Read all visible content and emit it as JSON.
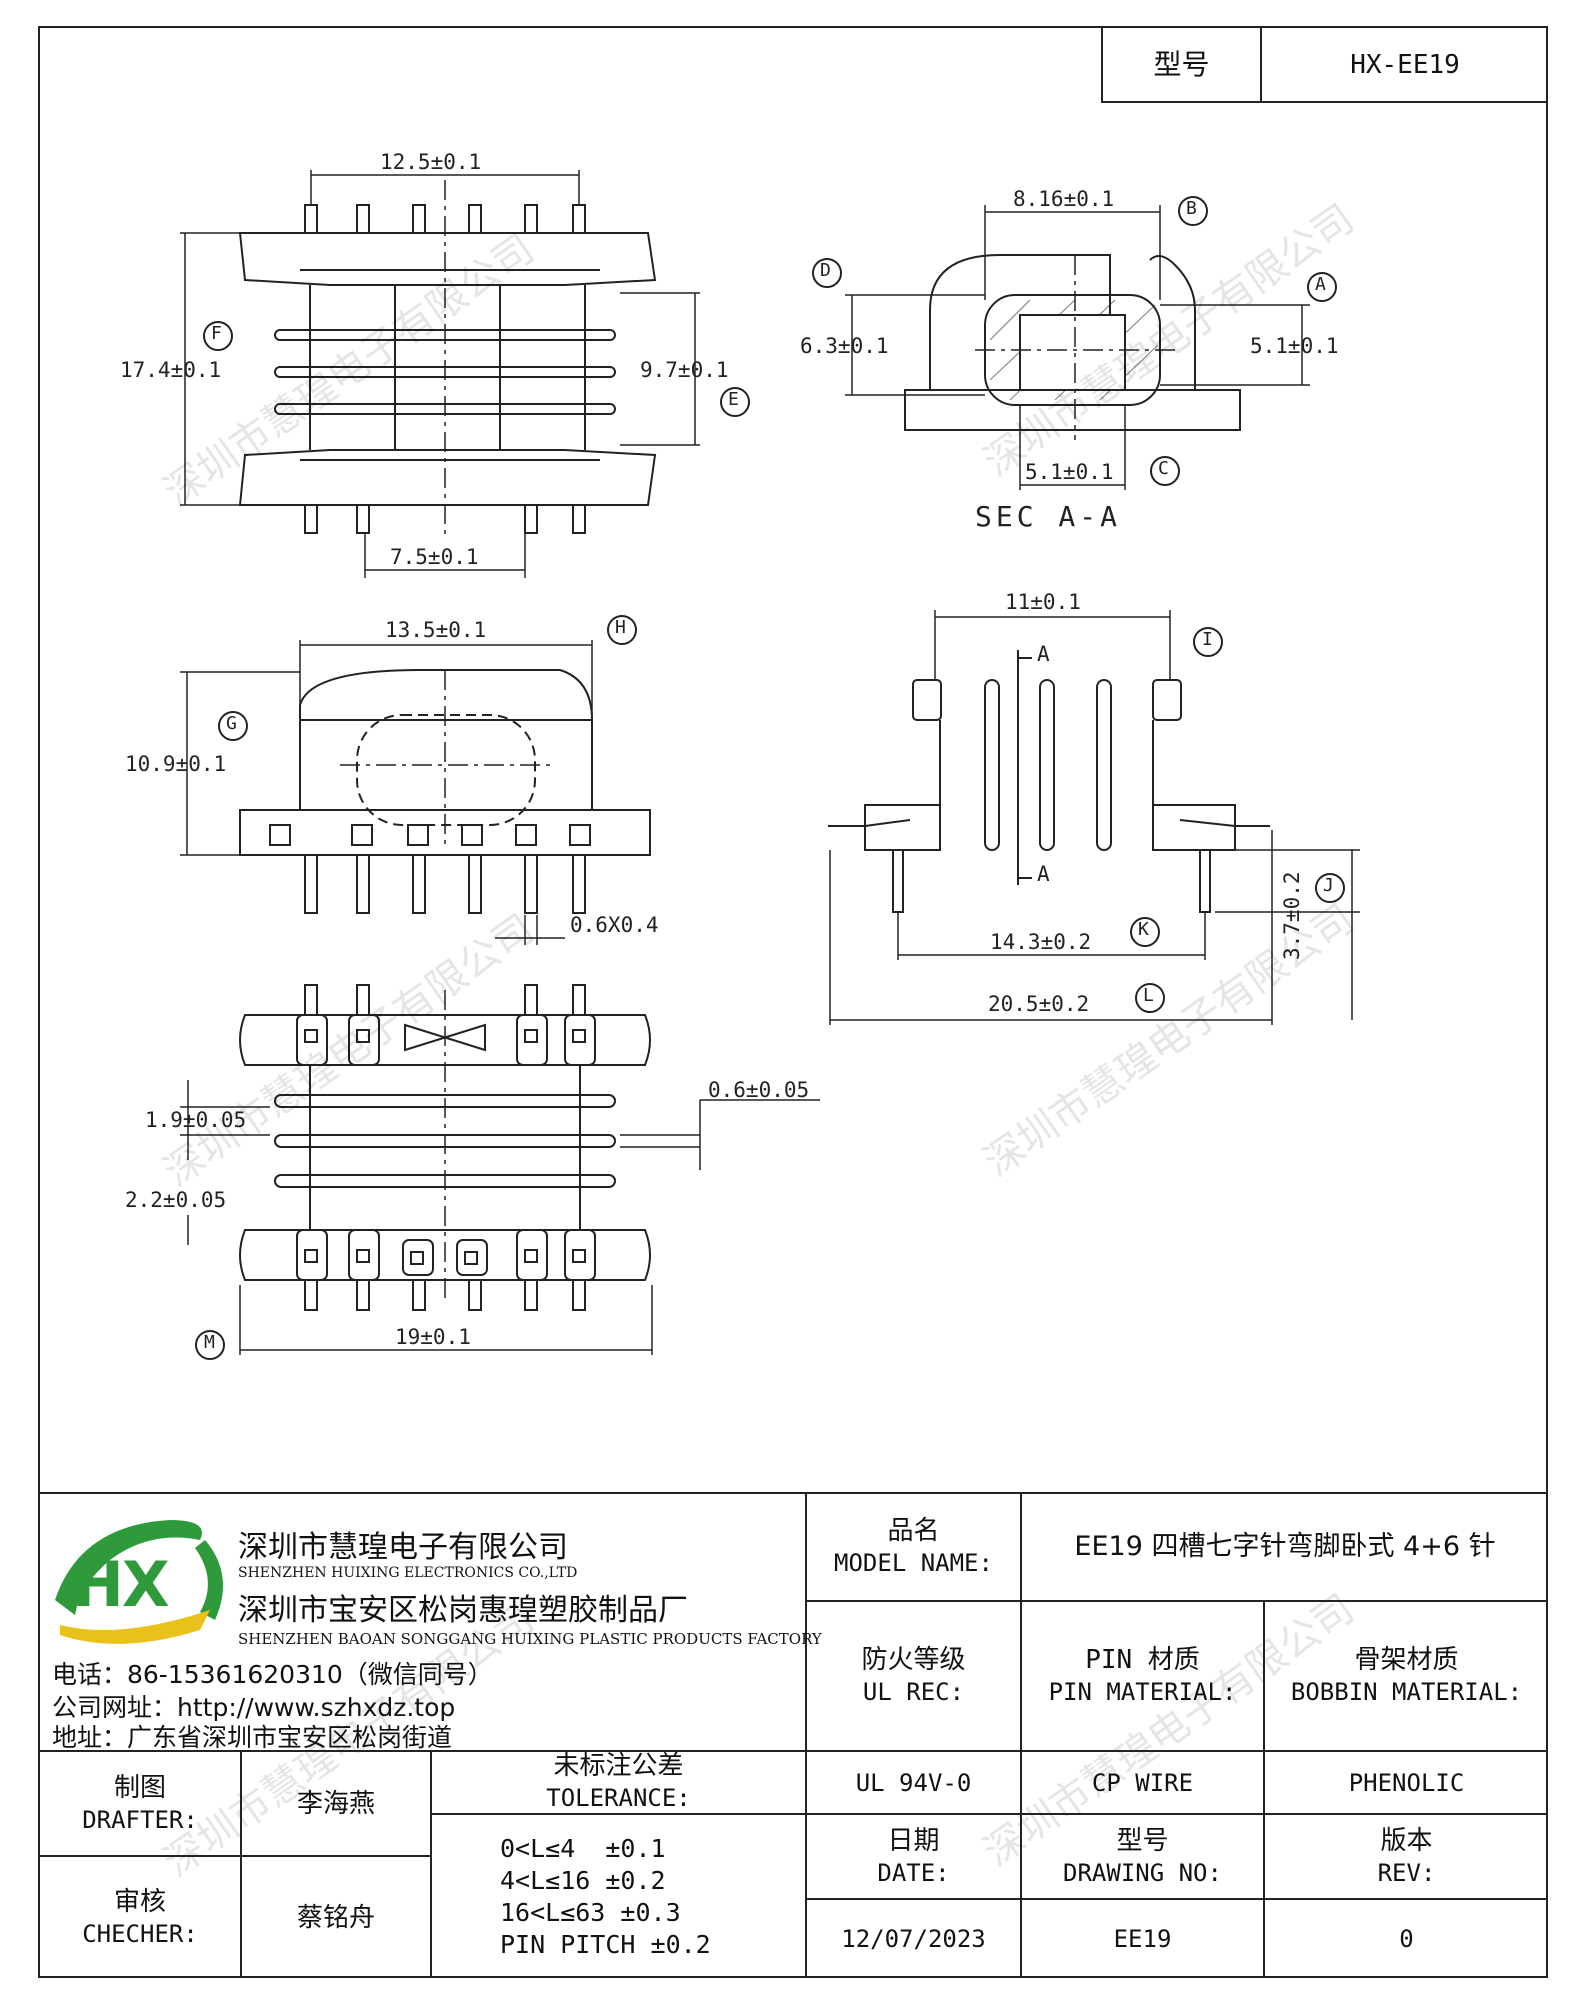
{
  "header": {
    "model_label": "型号",
    "model_value": "HX-EE19"
  },
  "dimensions": {
    "top_view": {
      "pin_span": "12.5±0.1",
      "height": "17.4±0.1",
      "label_f": "F",
      "inner": "9.7±0.1",
      "label_e": "E",
      "bottom_pin_span": "7.5±0.1"
    },
    "section": {
      "width": "8.16±0.1",
      "label_b": "B",
      "label_d": "D",
      "label_a": "A",
      "height_d": "6.3±0.1",
      "height_a": "5.1±0.1",
      "bottom": "5.1±0.1",
      "label_c": "C",
      "caption": "SEC A-A"
    },
    "front_view": {
      "width": "13.5±0.1",
      "label_h": "H",
      "label_g": "G",
      "height": "10.9±0.1",
      "pin_size": "0.6X0.4"
    },
    "side_view": {
      "width": "11±0.1",
      "label_i": "I",
      "section_mark": "A",
      "pin_span": "14.3±0.2",
      "label_k": "K",
      "overall": "20.5±0.2",
      "label_l": "L",
      "label_j": "J",
      "pin_length": "3.7±0.2"
    },
    "bottom_view": {
      "slot_a": "1.9±0.05",
      "slot_b": "2.2±0.05",
      "flange": "0.6±0.05",
      "width": "19±0.1",
      "label_m": "M"
    }
  },
  "title_block": {
    "company_cn": "深圳市慧瑝电子有限公司",
    "company_en": "SHENZHEN HUIXING ELECTRONICS CO.,LTD",
    "factory_cn": "深圳市宝安区松岗惠瑝塑胶制品厂",
    "factory_en": "SHENZHEN BAOAN SONGGANG HUIXING PLASTIC PRODUCTS FACTORY",
    "phone": "电话：86-15361620310（微信同号）",
    "website": "公司网址：http://www.szhxdz.top",
    "address": "地址：广东省深圳市宝安区松岗街道",
    "logo_letters": "HX",
    "model_name_cn": "品名",
    "model_name_en": "MODEL NAME:",
    "model_name_value": "EE19 四槽七字针弯脚卧式 4+6 针",
    "ul_cn": "防火等级",
    "ul_en": "UL REC:",
    "pin_mat_cn": "PIN 材质",
    "pin_mat_en": "PIN MATERIAL:",
    "bobbin_mat_cn": "骨架材质",
    "bobbin_mat_en": "BOBBIN MATERIAL:",
    "ul_value": "UL 94V-0",
    "pin_mat_value": "CP WIRE",
    "bobbin_mat_value": "PHENOLIC",
    "drafter_cn": "制图",
    "drafter_en": "DRAFTER:",
    "drafter_value": "李海燕",
    "checker_cn": "审核",
    "checker_en": "CHECHER:",
    "checker_value": "蔡铭舟",
    "tolerance_cn": "未标注公差",
    "tolerance_en": "TOLERANCE:",
    "tolerance_lines": [
      "0<L≤4  ±0.1",
      "4<L≤16 ±0.2",
      "16<L≤63 ±0.3",
      "PIN PITCH ±0.2"
    ],
    "date_cn": "日期",
    "date_en": "DATE:",
    "drawing_no_cn": "型号",
    "drawing_no_en": "DRAWING NO:",
    "rev_cn": "版本",
    "rev_en": "REV:",
    "date_value": "12/07/2023",
    "drawing_no_value": "EE19",
    "rev_value": "0"
  },
  "watermark": "深圳市慧瑝电子有限公司",
  "colors": {
    "line": "#222222",
    "logo_green": "#2e9a3c",
    "logo_yellow": "#e8c21a"
  }
}
